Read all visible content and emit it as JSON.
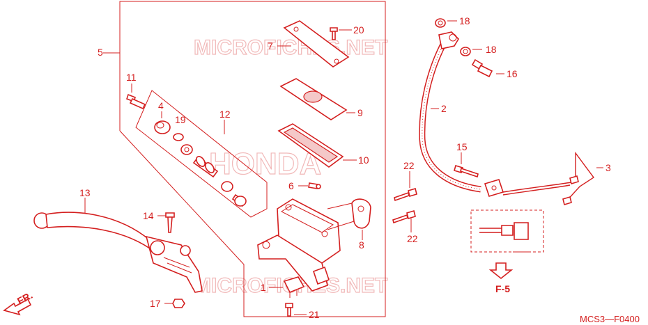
{
  "watermarks": {
    "top": "MICROFICHES.NET",
    "middle": "HONDA",
    "bottom": "MICROFICHES.NET"
  },
  "labels": {
    "l1": "1",
    "l2": "2",
    "l3": "3",
    "l4": "4",
    "l5": "5",
    "l6": "6",
    "l7": "7",
    "l8": "8",
    "l9": "9",
    "l10": "10",
    "l11": "11",
    "l12": "12",
    "l13": "13",
    "l14": "14",
    "l15": "15",
    "l16": "16",
    "l17": "17",
    "l18a": "18",
    "l18b": "18",
    "l19": "19",
    "l20": "20",
    "l21": "21",
    "l22a": "22",
    "l22b": "22"
  },
  "ref_label": "F-5",
  "front_label": "FR.",
  "diagram_code": "MCS3—F0400",
  "colors": {
    "line": "#d41f1f",
    "watermark": "#f1b8b8"
  }
}
